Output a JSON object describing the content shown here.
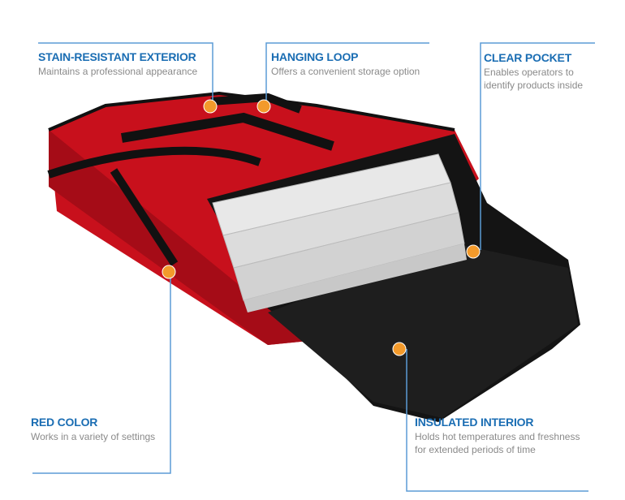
{
  "callouts": [
    {
      "title": "STAIN-RESISTANT EXTERIOR",
      "desc": "Maintains a professional appearance"
    },
    {
      "title": "HANGING LOOP",
      "desc": "Offers a convenient storage option"
    },
    {
      "title": "CLEAR POCKET",
      "desc_lines": [
        "Enables operators to",
        "identify products inside"
      ]
    },
    {
      "title": "RED COLOR",
      "desc": "Works in a variety of settings"
    },
    {
      "title": "INSULATED INTERIOR",
      "desc_lines": [
        "Holds hot temperatures and freshness",
        "for extended periods of time"
      ]
    }
  ],
  "colors": {
    "accent": "#1a6db3",
    "line": "#5b9bd5",
    "dot": "#f39a2b",
    "bag_red": "#c8101c",
    "bag_black": "#141414"
  }
}
